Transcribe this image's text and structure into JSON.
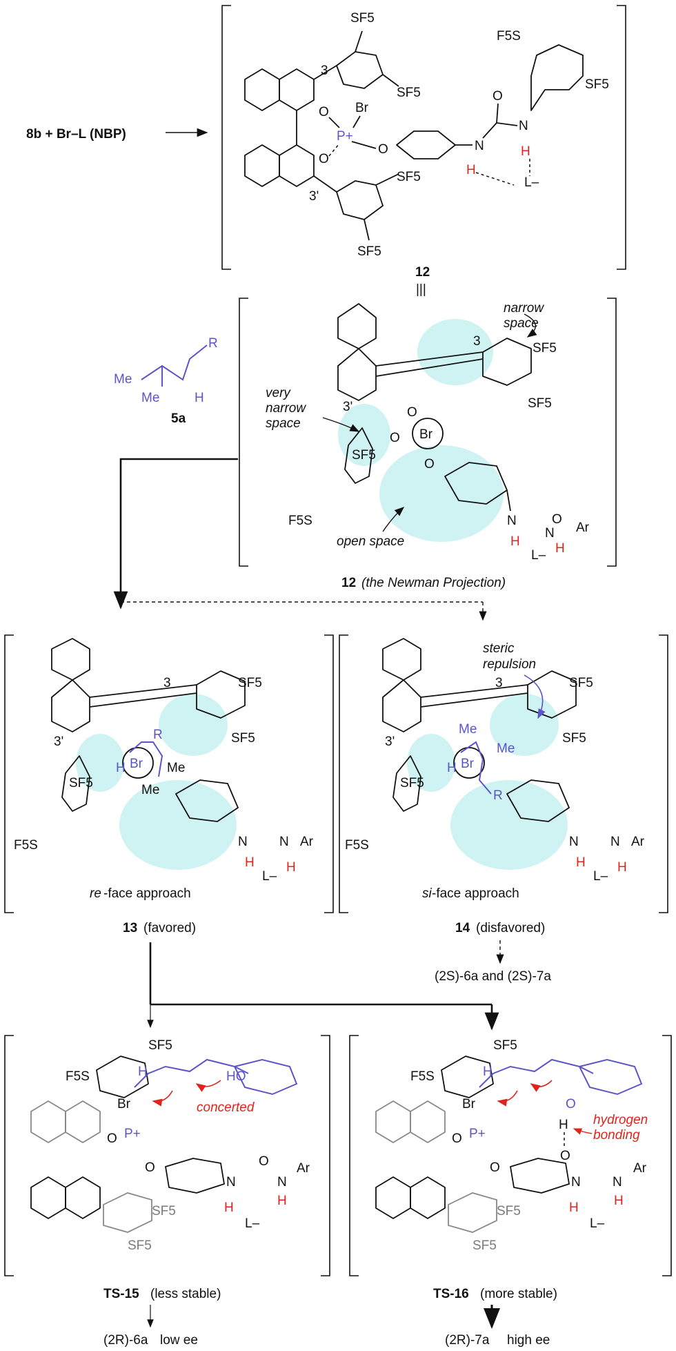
{
  "reaction1": {
    "reagents": "8b + Br–L (NBP)",
    "label": "12",
    "equiv": "|||"
  },
  "structure12": {
    "sf5": "SF5",
    "f5s": "F5S",
    "br": "Br",
    "p": "P+",
    "o": "O",
    "n": "N",
    "h": "H",
    "l": "L–",
    "pos3": "3",
    "pos3p": "3'"
  },
  "substrate": {
    "r": "R",
    "me1": "Me",
    "me2": "Me",
    "h": "H",
    "label": "5a"
  },
  "newman": {
    "caption_label": "12",
    "caption_text": "(the Newman Projection)",
    "narrow": [
      "narrow",
      "space"
    ],
    "very_narrow": [
      "very",
      "narrow",
      "space"
    ],
    "open": "open space",
    "ar": "Ar"
  },
  "ts13": {
    "approach_prefix": "re",
    "approach_suffix": "-face approach",
    "label": "13",
    "note": "(favored)",
    "me": "Me"
  },
  "ts14": {
    "approach_prefix": "si",
    "approach_suffix": "-face approach",
    "label": "14",
    "note": "(disfavored)",
    "steric": [
      "steric",
      "repulsion"
    ],
    "product": "(2S)-6a and (2S)-7a"
  },
  "ts15": {
    "label": "TS-15",
    "note": "(less stable)",
    "tag": "concerted",
    "ho": "HO",
    "product": "(2R)-6a",
    "ee": "low ee"
  },
  "ts16": {
    "label": "TS-16",
    "note": "(more stable)",
    "tag": [
      "hydrogen",
      "bonding"
    ],
    "product": "(2R)-7a",
    "ee": "high ee"
  }
}
